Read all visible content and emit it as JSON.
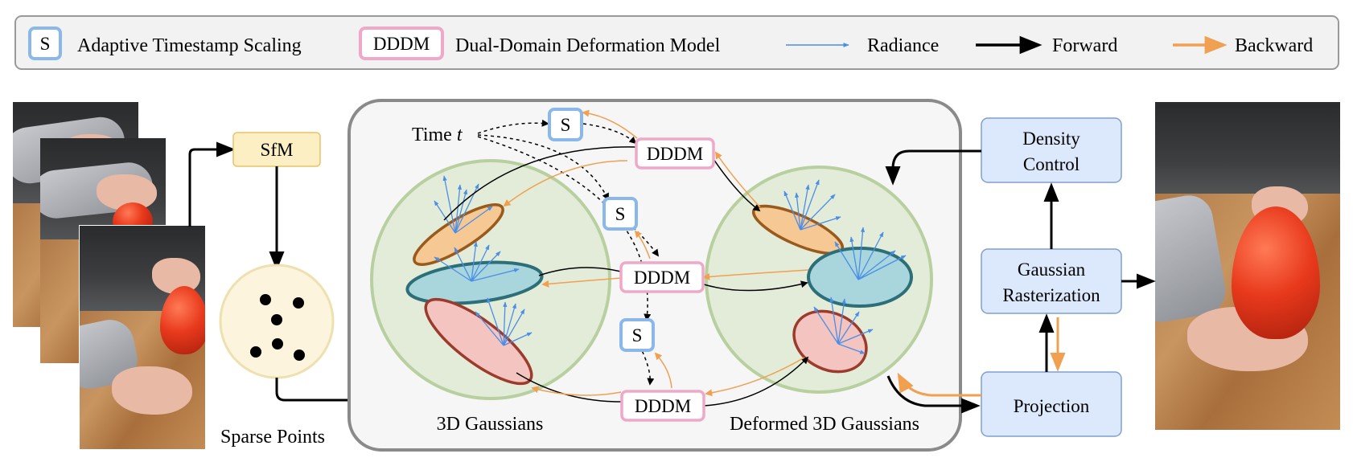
{
  "legend": {
    "scaling_badge": "S",
    "scaling_label": "Adaptive Timestamp Scaling",
    "dddm_badge": "DDDM",
    "dddm_label": "Dual-Domain Deformation Model",
    "radiance_label": "Radiance",
    "forward_label": "Forward",
    "backward_label": "Backward"
  },
  "nodes": {
    "sfm": "SfM",
    "sparse_points": "Sparse Points",
    "time_prefix": "Time ",
    "time_var": "t",
    "scale_badge": "S",
    "dddm": "DDDM",
    "gaussians_3d": "3D Gaussians",
    "deformed_gaussians": "Deformed 3D Gaussians",
    "density_line1": "Density",
    "density_line2": "Control",
    "raster_line1": "Gaussian",
    "raster_line2": "Rasterization",
    "projection": "Projection"
  },
  "colors": {
    "forward": "#000000",
    "backward": "#f0a050",
    "radiance": "#4a8ee6",
    "scale_border": "#8ab8ea",
    "dddm_border": "#f0a8c8",
    "box_fill": "#dce8fb",
    "box_border": "#7f9fcf",
    "sfm_fill": "#fcefc4",
    "group_fill": "#f5f5f5",
    "group_border": "#8a8a8a",
    "sphere_fill": "#e3ecd8",
    "sphere_border": "#b8d0a0",
    "orange_gauss": "#f6c994",
    "teal_gauss": "#a9d6dc",
    "pink_gauss": "#f3c4c0"
  }
}
